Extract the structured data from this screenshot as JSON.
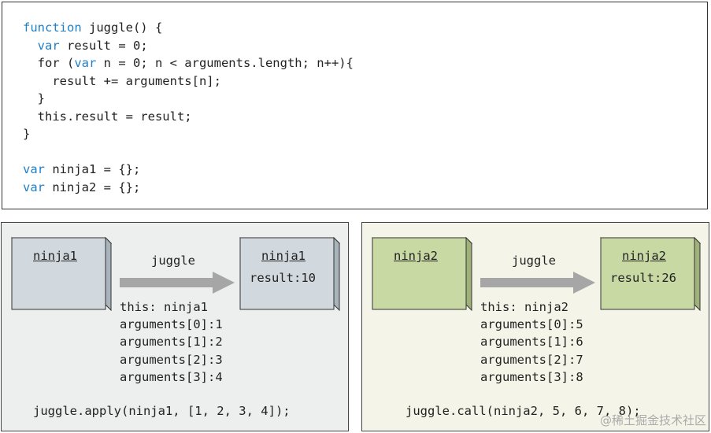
{
  "code": {
    "lines": [
      [
        {
          "t": "function",
          "kw": true
        },
        {
          "t": " juggle() {",
          "kw": false
        }
      ],
      [
        {
          "t": "  ",
          "kw": false
        },
        {
          "t": "var",
          "kw": true
        },
        {
          "t": " result = 0;",
          "kw": false
        }
      ],
      [
        {
          "t": "  for (",
          "kw": false
        },
        {
          "t": "var",
          "kw": true
        },
        {
          "t": " n = 0; n < arguments.length; n++){",
          "kw": false
        }
      ],
      [
        {
          "t": "    result += arguments[n];",
          "kw": false
        }
      ],
      [
        {
          "t": "  }",
          "kw": false
        }
      ],
      [
        {
          "t": "  this.result = result;",
          "kw": false
        }
      ],
      [
        {
          "t": "}",
          "kw": false
        }
      ],
      [
        {
          "t": "",
          "kw": false
        }
      ],
      [
        {
          "t": "var",
          "kw": true
        },
        {
          "t": " ninja1 = {};",
          "kw": false
        }
      ],
      [
        {
          "t": "var",
          "kw": true
        },
        {
          "t": " ninja2 = {};",
          "kw": false
        }
      ]
    ]
  },
  "panels": [
    {
      "color_front": "#d1d8de",
      "color_top": "#e6eaee",
      "color_side": "#a9b3bb",
      "source_label": "ninja1",
      "arrow_label": "juggle",
      "target_label": "ninja1",
      "target_result": "result:10",
      "context": [
        "this: ninja1",
        "arguments[0]:1",
        "arguments[1]:2",
        "arguments[2]:3",
        "arguments[3]:4"
      ],
      "call": "juggle.apply(ninja1, [1, 2, 3, 4]);"
    },
    {
      "color_front": "#c9d9a4",
      "color_top": "#e2ecc9",
      "color_side": "#9fb27a",
      "source_label": "ninja2",
      "arrow_label": "juggle",
      "target_label": "ninja2",
      "target_result": "result:26",
      "context": [
        "this: ninja2",
        "arguments[0]:5",
        "arguments[1]:6",
        "arguments[2]:7",
        "arguments[3]:8"
      ],
      "call": "juggle.call(ninja2, 5, 6, 7, 8);"
    }
  ],
  "watermark": "@稀土掘金技术社区"
}
